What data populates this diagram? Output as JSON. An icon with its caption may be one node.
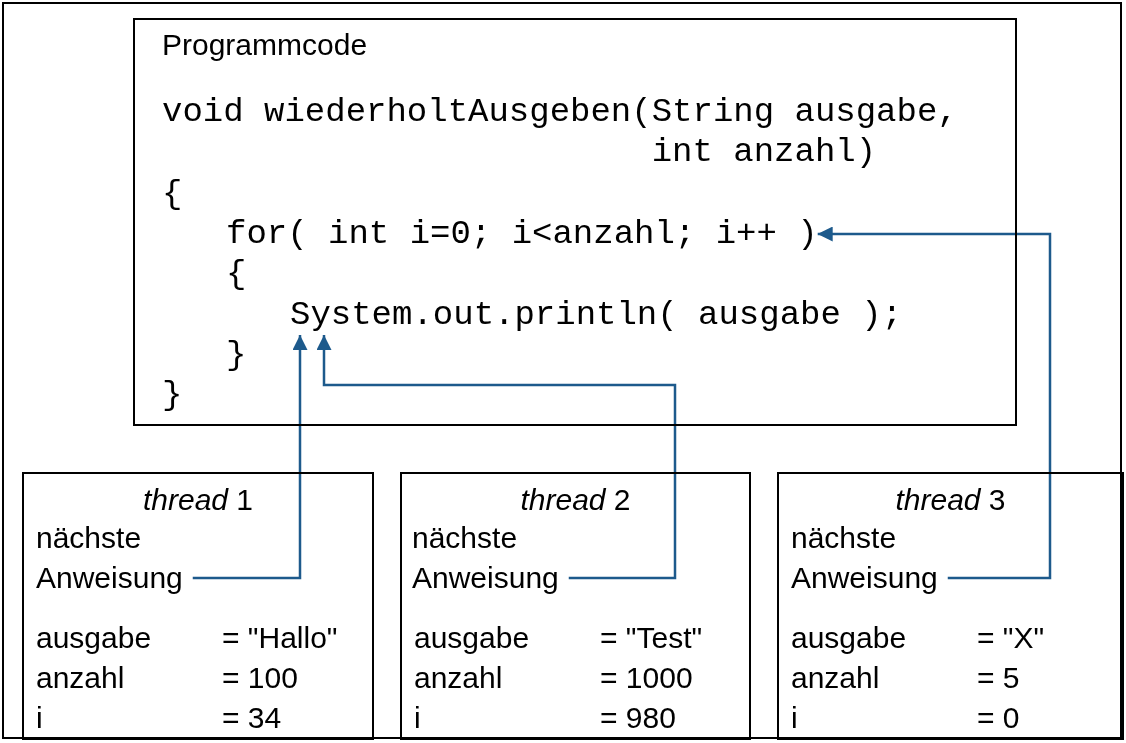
{
  "diagram": {
    "nodes": [
      {
        "text": [
          "Programmcode"
        ]
      },
      {
        "text": [
          "void wiederholtAusgeben(String ausgabe, int anzahl)"
        ],
        "in": 0
      },
      {
        "text": [
          "{"
        ],
        "in": 0
      },
      {
        "text": [
          "for( int i=0; i<anzahl; i++ )"
        ],
        "in": 0
      },
      {
        "text": [
          "{"
        ],
        "in": 0
      },
      {
        "text": [
          "System.out.println( ausgabe );"
        ],
        "in": 0
      },
      {
        "text": [
          "}"
        ],
        "in": 0
      },
      {
        "text": [
          "}"
        ],
        "in": 0
      },
      {
        "text": [
          "*thread* 1",
          "ausgabe",
          "= \"Hallo\"",
          "anzahl",
          "= 100",
          "i",
          "= 34"
        ]
      },
      {
        "text": [
          "nächste Anweisung"
        ],
        "in": 8
      },
      {
        "text": [
          "*thread* 2",
          "ausgabe",
          "= \"Test\"",
          "anzahl",
          "= 1000",
          "i",
          "= 980"
        ]
      },
      {
        "text": [
          "nächste Anweisung"
        ],
        "in": 10
      },
      {
        "text": [
          "*thread* 3",
          "ausgabe",
          "= \"X\"",
          "anzahl",
          "= 5",
          "i",
          "= 0"
        ]
      },
      {
        "text": [
          "nächste Anweisung"
        ],
        "in": 12
      }
    ],
    "edges": [
      {
        "from": 9,
        "to": 5,
        "arrow": "to"
      },
      {
        "from": 11,
        "to": 5,
        "arrow": "to"
      },
      {
        "from": 13,
        "to": 3,
        "arrow": "to"
      }
    ]
  }
}
